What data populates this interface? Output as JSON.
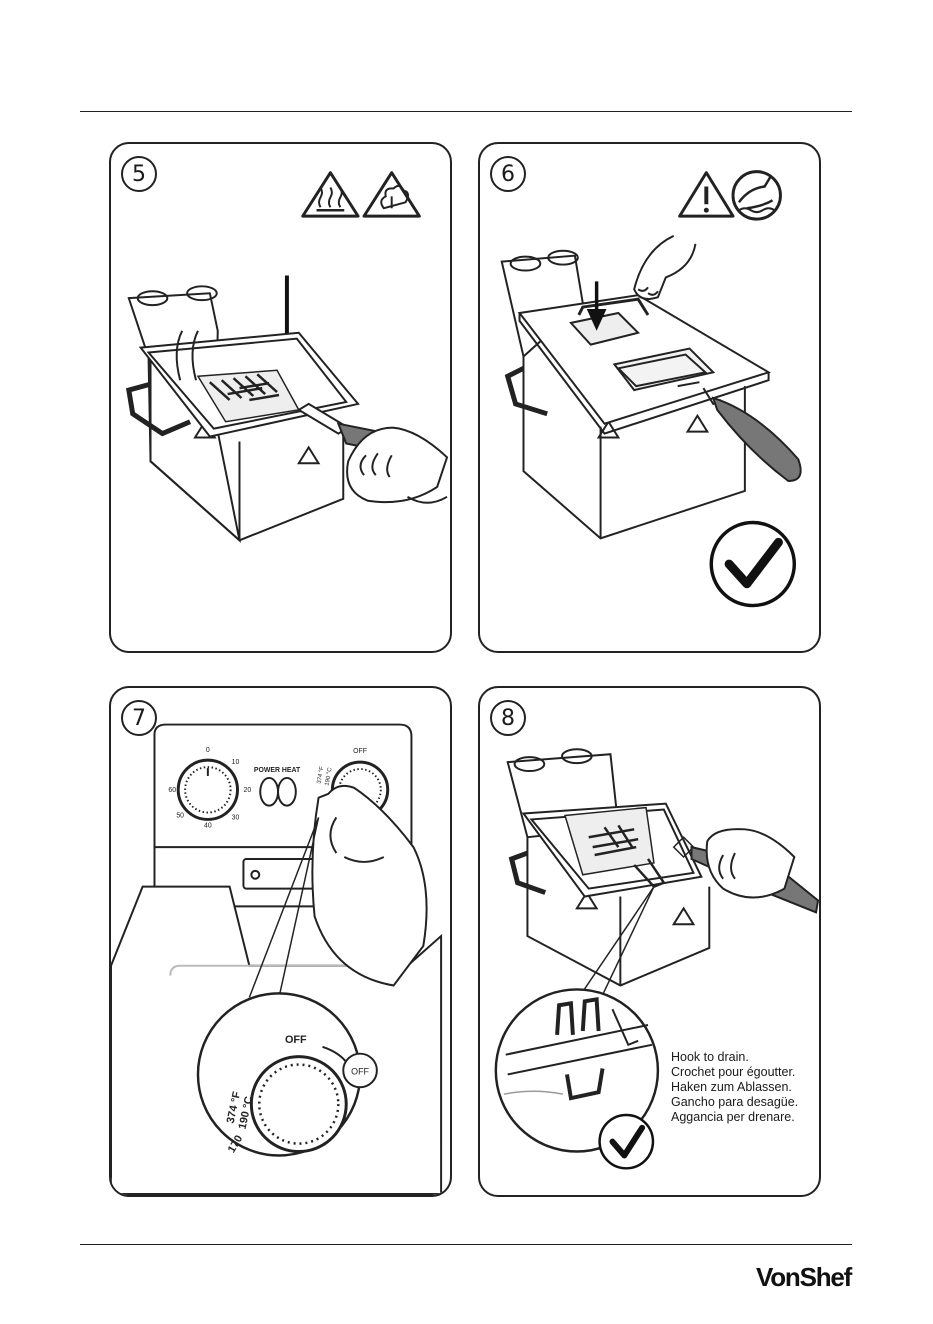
{
  "panels": [
    {
      "step": "5"
    },
    {
      "step": "6"
    },
    {
      "step": "7",
      "dial": {
        "top": "0",
        "upper_right": "10",
        "right": "20",
        "lower_right": "30",
        "bottom": "40",
        "lower_left": "50",
        "left": "60"
      },
      "power_label": "POWER HEAT",
      "thermo_off": "OFF",
      "thermo_f": "374 °F",
      "thermo_c": "190 °C",
      "zoom_off": "OFF",
      "zoom_off_badge": "OFF",
      "zoom_f": "374 °F",
      "zoom_c": "190 °C",
      "zoom_partial": "170"
    },
    {
      "step": "8",
      "caption": [
        "Hook to drain.",
        "Crochet pour égoutter.",
        "Haken zum Ablassen.",
        "Gancho para desagüe.",
        "Aggancia per drenare."
      ]
    }
  ],
  "brand": "VonShef"
}
